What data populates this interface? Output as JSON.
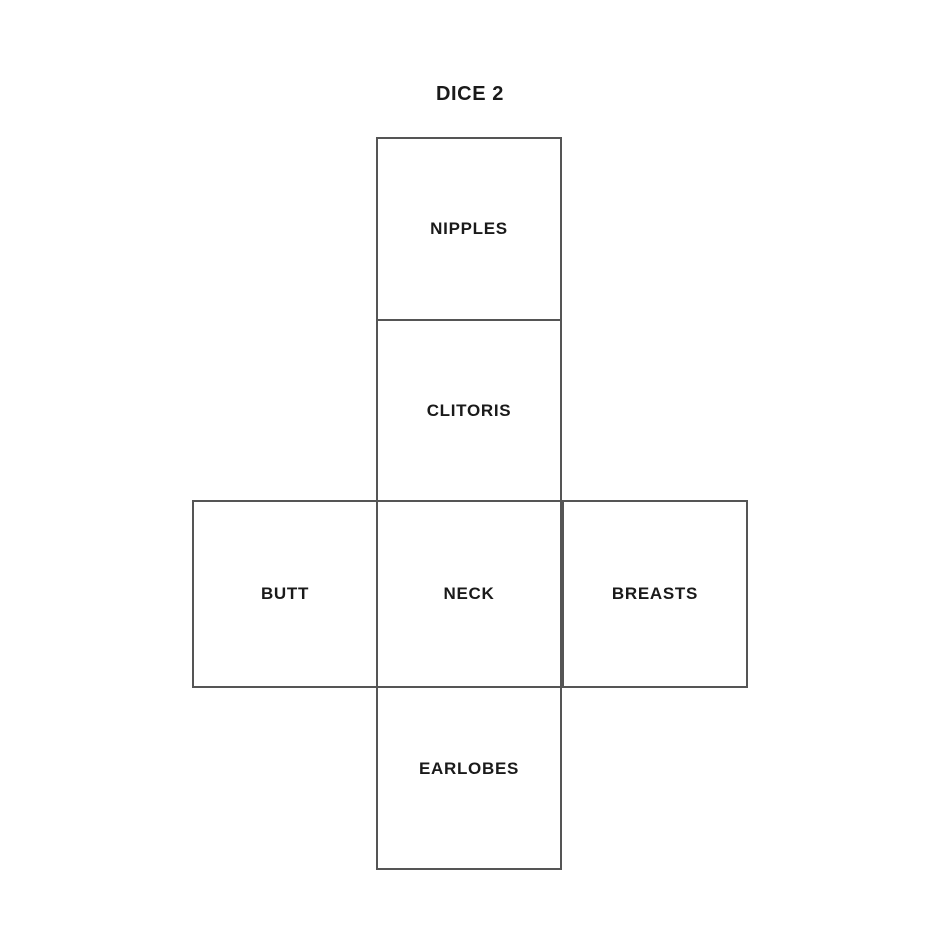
{
  "title": "DICE 2",
  "diagram": {
    "type": "cube-net",
    "shape": "cross",
    "line_color": "#555555",
    "text_color": "#1a1a1a",
    "background_color": "#ffffff",
    "faces": [
      {
        "id": "top",
        "position": "column-row-1",
        "label": "NIPPLES"
      },
      {
        "id": "upper",
        "position": "column-row-2",
        "label": "CLITORIS"
      },
      {
        "id": "left",
        "position": "row-col-1",
        "label": "BUTT"
      },
      {
        "id": "center",
        "position": "row-col-2",
        "label": "NECK"
      },
      {
        "id": "right",
        "position": "row-col-3",
        "label": "BREASTS"
      },
      {
        "id": "bottom",
        "position": "column-row-4",
        "label": "EARLOBES"
      }
    ]
  }
}
